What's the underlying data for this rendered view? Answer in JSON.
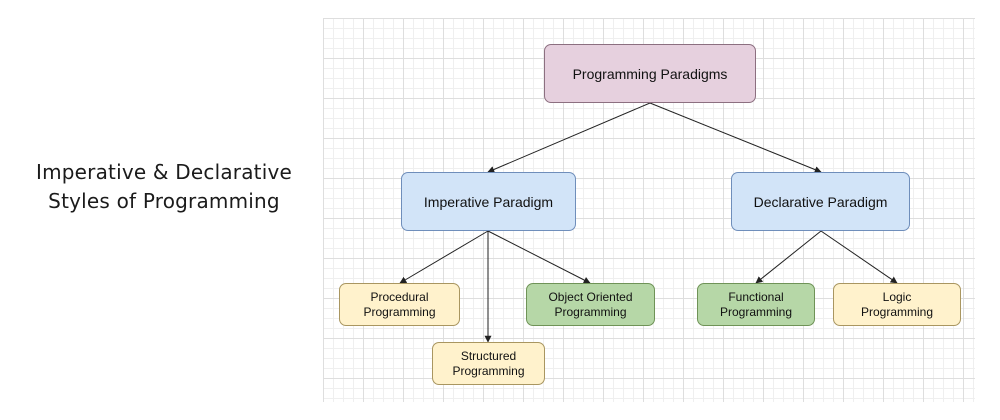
{
  "side_title": {
    "line1": "Imperative & Declarative",
    "line2": "Styles of Programming"
  },
  "nodes": {
    "root": "Programming Paradigms",
    "imperative": "Imperative Paradigm",
    "declarative": "Declarative Paradigm",
    "procedural": "Procedural\nProgramming",
    "structured": "Structured\nProgramming",
    "object_oriented": "Object Oriented\nProgramming",
    "functional": "Functional\nProgramming",
    "logic": "Logic\nProgramming"
  },
  "colors": {
    "root_fill": "#e6d0de",
    "paradigm_fill": "#d2e4f8",
    "imperative_child_fill": "#fff2cc",
    "green_child_fill": "#b6d7a7",
    "edge": "#222222"
  },
  "edges": [
    [
      "root",
      "imperative"
    ],
    [
      "root",
      "declarative"
    ],
    [
      "imperative",
      "procedural"
    ],
    [
      "imperative",
      "structured"
    ],
    [
      "imperative",
      "object_oriented"
    ],
    [
      "declarative",
      "functional"
    ],
    [
      "declarative",
      "logic"
    ]
  ]
}
